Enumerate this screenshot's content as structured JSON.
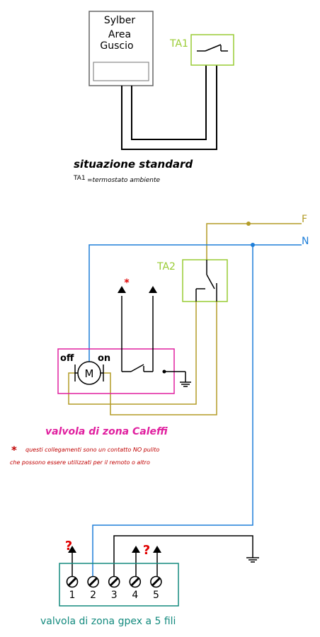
{
  "boiler": {
    "line1": "Sylber",
    "line2": "Area",
    "line3": "Guscio"
  },
  "ta1_label": "TA1",
  "standard": {
    "title": "situazione standard",
    "note_prefix": "TA1",
    "note_text": "=termostato ambiente"
  },
  "lines": {
    "phase": "F",
    "neutral": "N"
  },
  "ta2_label": "TA2",
  "caleffi": {
    "off_label": "off",
    "on_label": "on",
    "motor_label": "M",
    "asterisk": "*",
    "title": "valvola di zona Caleffi"
  },
  "footnote": {
    "star": "*",
    "line1": "questi collegamenti sono un contatto NO pulito",
    "line2": "che possono essere utilizzati per il remoto o altro"
  },
  "gpex": {
    "question_mark": "?",
    "terminals": [
      "1",
      "2",
      "3",
      "4",
      "5"
    ],
    "title": "valvola di zona gpex a 5 fili"
  },
  "colors": {
    "black": "#000000",
    "gray_box": "#666666",
    "ta_green": "#99cc33",
    "phase_olive": "#b39b26",
    "neutral_blue": "#1f7fd9",
    "magenta": "#e0209f",
    "teal": "#138a7e",
    "red": "#e00000",
    "dark_red": "#c00000"
  }
}
